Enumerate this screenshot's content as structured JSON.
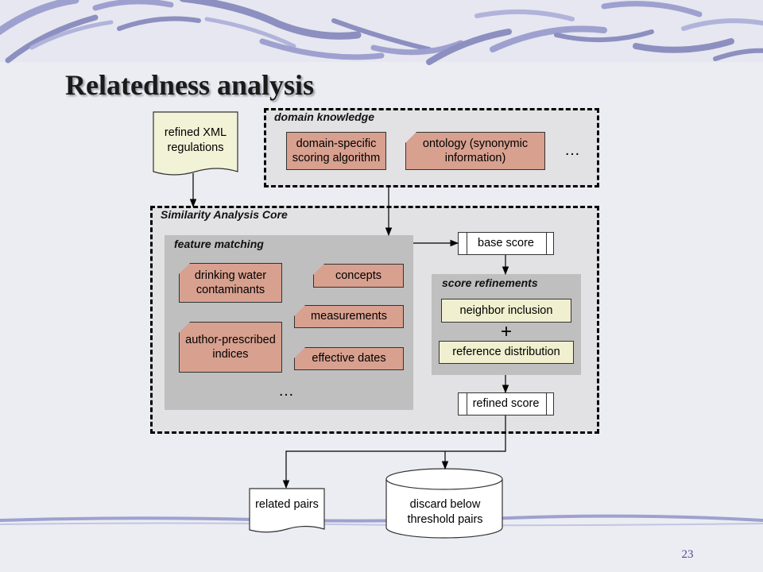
{
  "slide": {
    "title": "Relatedness analysis",
    "page_number": "23"
  },
  "domain_knowledge": {
    "label": "domain knowledge",
    "items": [
      "domain-specific scoring algorithm",
      "ontology (synonymic information)"
    ],
    "ellipsis": "…"
  },
  "input_doc": {
    "label": "refined XML regulations"
  },
  "core": {
    "label": "Similarity Analysis Core",
    "feature_matching": {
      "label": "feature matching",
      "items": [
        "drinking water contaminants",
        "concepts",
        "measurements",
        "author-prescribed indices",
        "effective dates"
      ],
      "ellipsis": "…"
    },
    "base_score": "base score",
    "score_refinements": {
      "label": "score refinements",
      "items": [
        "neighbor inclusion",
        "reference distribution"
      ],
      "operator": "+"
    },
    "refined_score": "refined score"
  },
  "outputs": {
    "related_pairs": "related pairs",
    "discard": "discard below threshold pairs"
  },
  "colors": {
    "slide_background": "#ecedf2",
    "salmon_box": "#d8a08f",
    "cream_box": "#f0f0d0",
    "panel_grey": "#bfbfbf",
    "dashed_panel": "#e2e2e4",
    "scroll_decoration": "#8c8fc0"
  }
}
